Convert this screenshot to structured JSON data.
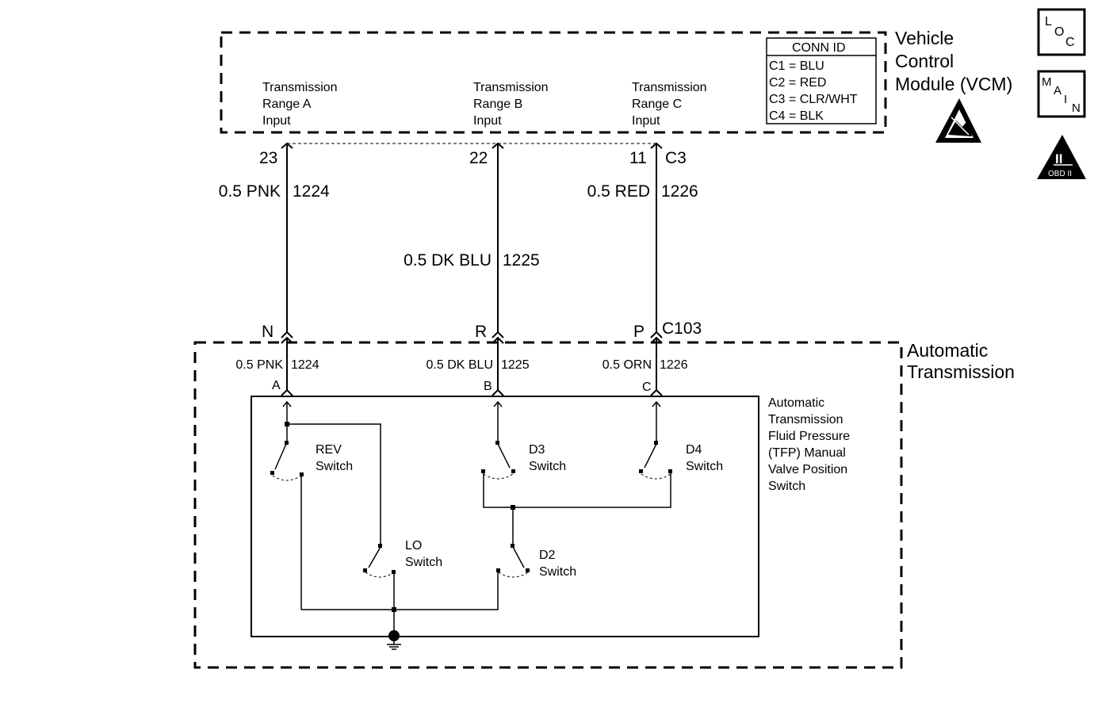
{
  "vcm": {
    "title_line1": "Vehicle",
    "title_line2": "Control",
    "title_line3": "Module (VCM)",
    "inputs": [
      {
        "line1": "Transmission",
        "line2": "Range A",
        "line3": "Input"
      },
      {
        "line1": "Transmission",
        "line2": "Range B",
        "line3": "Input"
      },
      {
        "line1": "Transmission",
        "line2": "Range C",
        "line3": "Input"
      }
    ],
    "conn_table": {
      "header": "CONN ID",
      "rows": [
        "C1 = BLU",
        "C2 = RED",
        "C3 = CLR/WHT",
        "C4 = BLK"
      ]
    },
    "pins": [
      "23",
      "22",
      "11"
    ],
    "connector": "C3"
  },
  "wires_upper": [
    {
      "gauge_color": "0.5 PNK",
      "circuit": "1224"
    },
    {
      "gauge_color": "0.5 DK BLU",
      "circuit": "1225"
    },
    {
      "gauge_color": "0.5 RED",
      "circuit": "1226"
    }
  ],
  "c103": {
    "terminals": [
      "N",
      "R",
      "P"
    ],
    "name": "C103"
  },
  "transmission": {
    "title_line1": "Automatic",
    "title_line2": "Transmission",
    "wires": [
      {
        "gauge_color": "0.5 PNK",
        "circuit": "1224",
        "terminal": "A"
      },
      {
        "gauge_color": "0.5 DK BLU",
        "circuit": "1225",
        "terminal": "B"
      },
      {
        "gauge_color": "0.5 ORN",
        "circuit": "1226",
        "terminal": "C"
      }
    ]
  },
  "tfp_switch": {
    "line1": "Automatic",
    "line2": "Transmission",
    "line3": "Fluid Pressure",
    "line4": "(TFP) Manual",
    "line5": "Valve Position",
    "line6": "Switch"
  },
  "switches": {
    "rev": {
      "line1": "REV",
      "line2": "Switch"
    },
    "d3": {
      "line1": "D3",
      "line2": "Switch"
    },
    "d4": {
      "line1": "D4",
      "line2": "Switch"
    },
    "lo": {
      "line1": "LO",
      "line2": "Switch"
    },
    "d2": {
      "line1": "D2",
      "line2": "Switch"
    }
  },
  "icons": {
    "loc": {
      "l": "L",
      "o": "O",
      "c": "C"
    },
    "main": {
      "m": "M",
      "a": "A",
      "i": "I",
      "n": "N"
    },
    "esd": "esd-sensitive-icon",
    "obd": {
      "numeral": "II",
      "label": "OBD II"
    }
  }
}
